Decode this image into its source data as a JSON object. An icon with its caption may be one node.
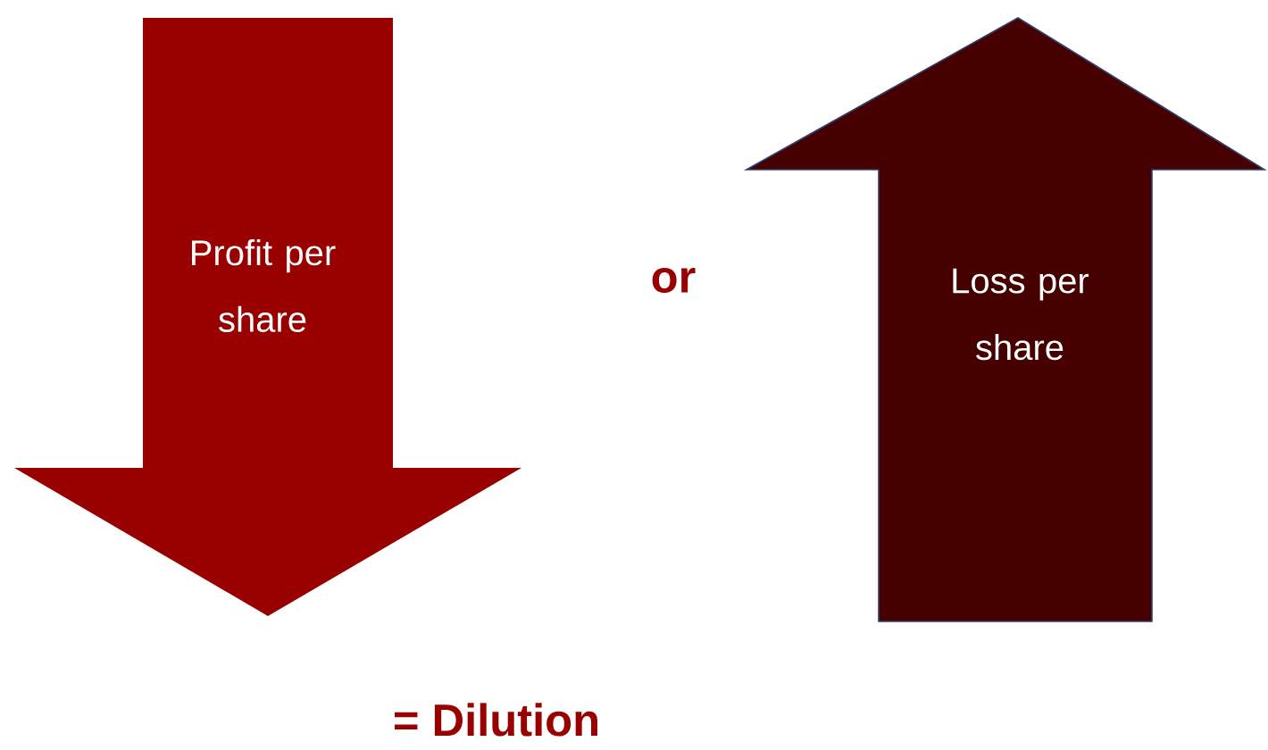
{
  "diagram": {
    "nodes": [
      {
        "text": [
          "Profit per share"
        ]
      },
      {
        "text": [
          "Loss per share"
        ]
      }
    ],
    "labels": [
      "or",
      "= Dilution"
    ]
  }
}
